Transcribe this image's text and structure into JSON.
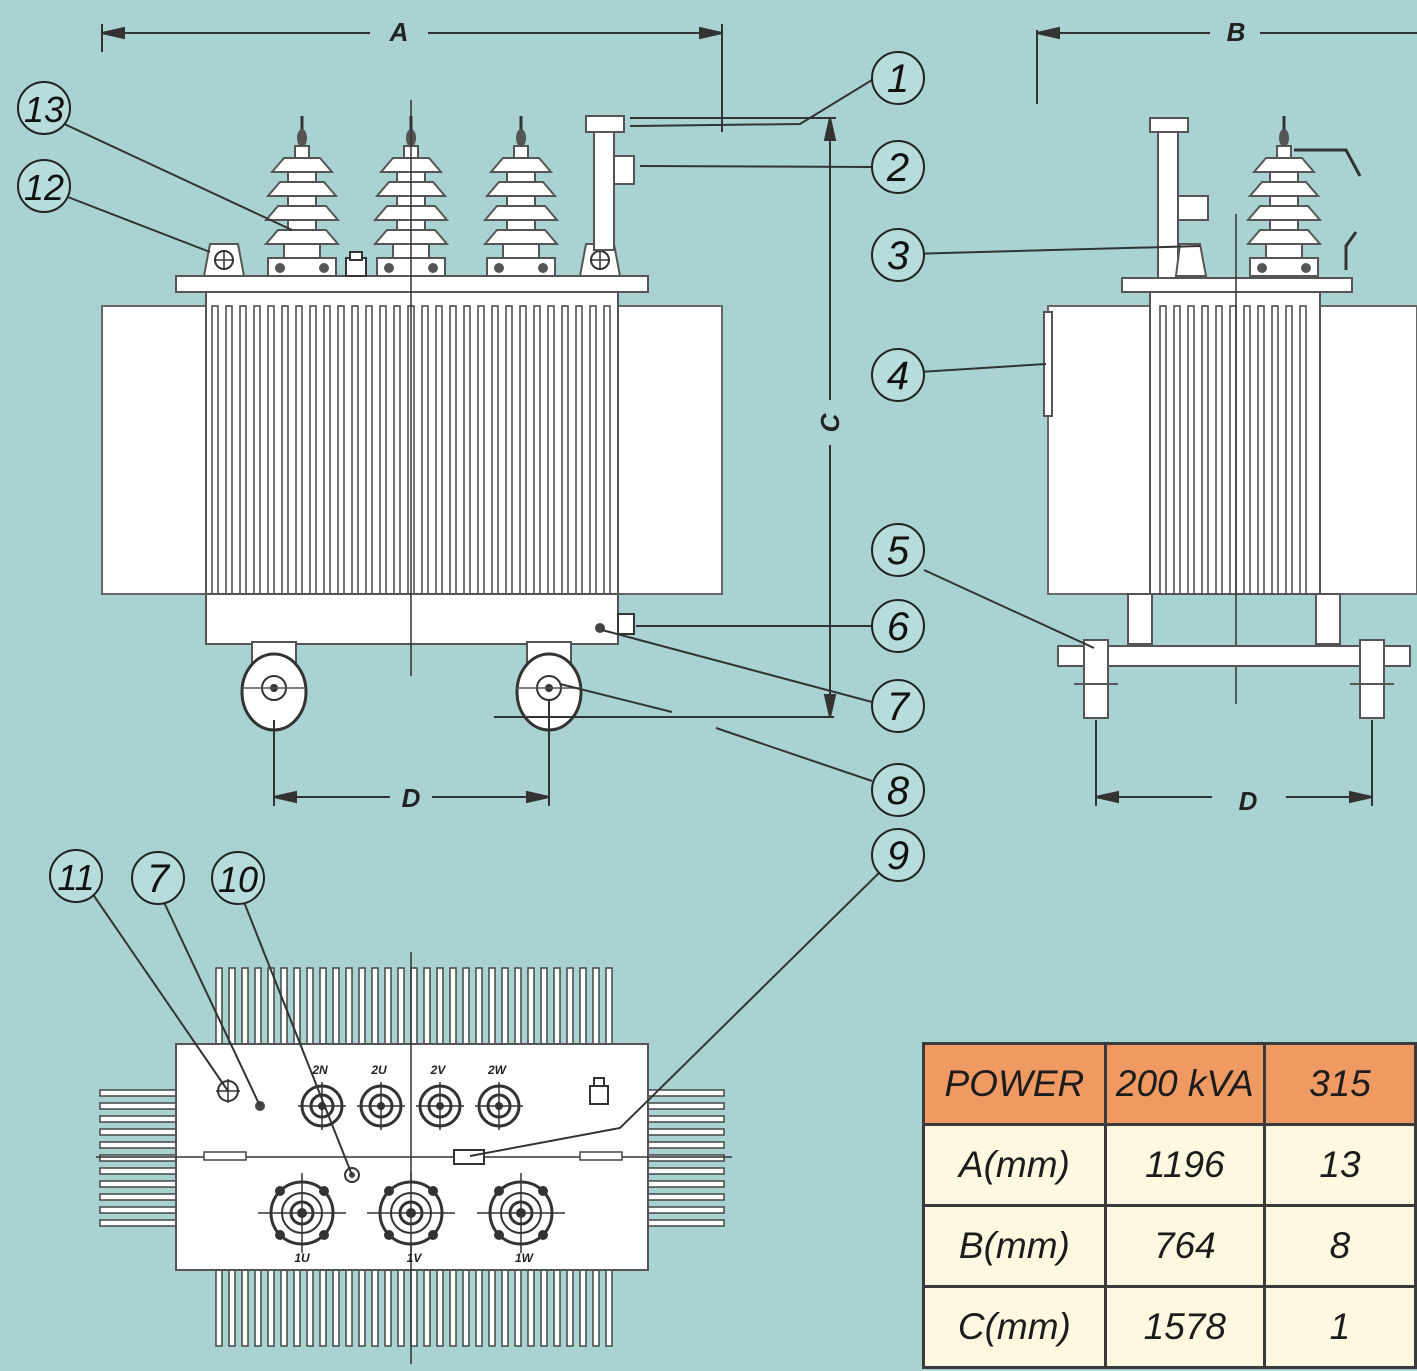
{
  "dimensions": {
    "a": "A",
    "b": "B",
    "c": "C",
    "d_front": "D",
    "d_side": "D"
  },
  "callouts": [
    "1",
    "2",
    "3",
    "4",
    "5",
    "6",
    "7",
    "8",
    "9",
    "10",
    "11",
    "12",
    "13",
    "7"
  ],
  "terminals": {
    "lv": [
      "2N",
      "2U",
      "2V",
      "2W"
    ],
    "hv": [
      "1U",
      "1V",
      "1W"
    ]
  },
  "table": {
    "headers": [
      "POWER",
      "200 kVA",
      "315"
    ],
    "rows": [
      [
        "A(mm)",
        "1196",
        "13"
      ],
      [
        "B(mm)",
        "764",
        "8"
      ],
      [
        "C(mm)",
        "1578",
        "1"
      ]
    ]
  }
}
